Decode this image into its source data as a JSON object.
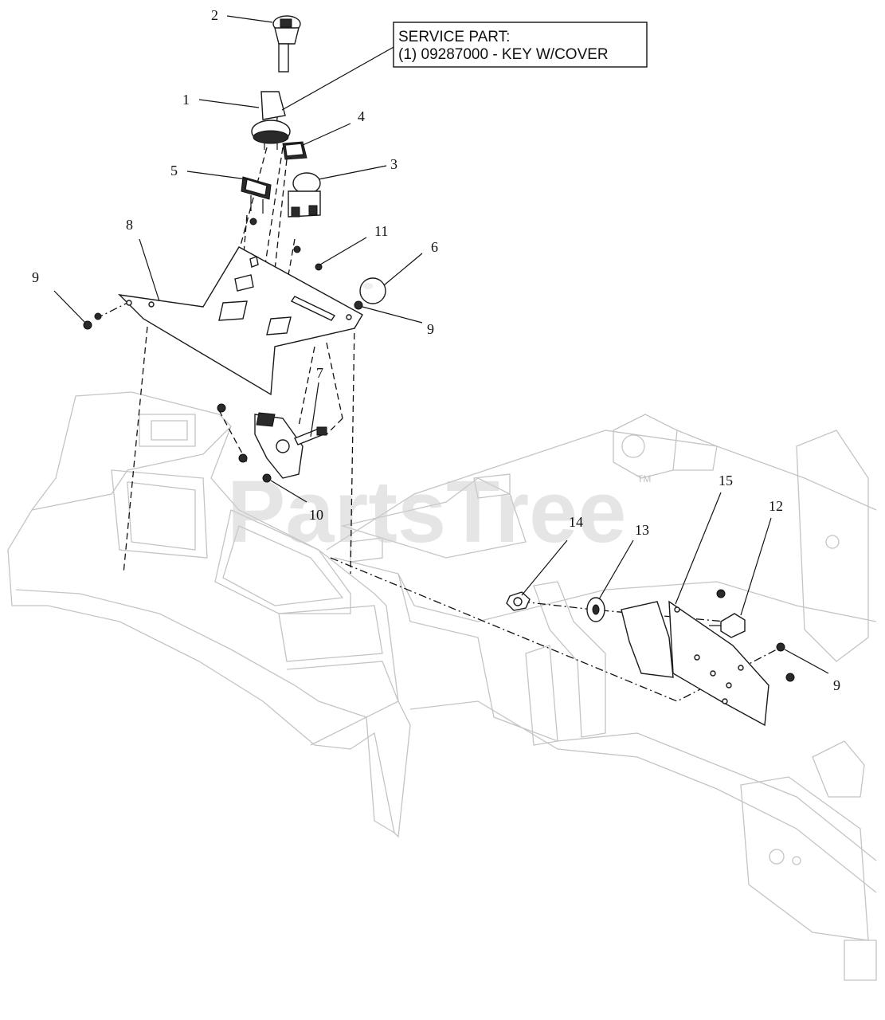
{
  "service_box": {
    "line1": "SERVICE PART:",
    "line2": "(1) 09287000 - KEY W/COVER"
  },
  "watermark": {
    "text": "PartsTree",
    "tm": "TM"
  },
  "callouts": [
    {
      "id": "c1",
      "label": "1"
    },
    {
      "id": "c2",
      "label": "2"
    },
    {
      "id": "c3",
      "label": "3"
    },
    {
      "id": "c4",
      "label": "4"
    },
    {
      "id": "c5",
      "label": "5"
    },
    {
      "id": "c6",
      "label": "6"
    },
    {
      "id": "c7",
      "label": "7"
    },
    {
      "id": "c8",
      "label": "8"
    },
    {
      "id": "c9a",
      "label": "9"
    },
    {
      "id": "c9b",
      "label": "9"
    },
    {
      "id": "c9c",
      "label": "9"
    },
    {
      "id": "c10",
      "label": "10"
    },
    {
      "id": "c11",
      "label": "11"
    },
    {
      "id": "c12",
      "label": "12"
    },
    {
      "id": "c13",
      "label": "13"
    },
    {
      "id": "c14",
      "label": "14"
    },
    {
      "id": "c15",
      "label": "15"
    }
  ]
}
